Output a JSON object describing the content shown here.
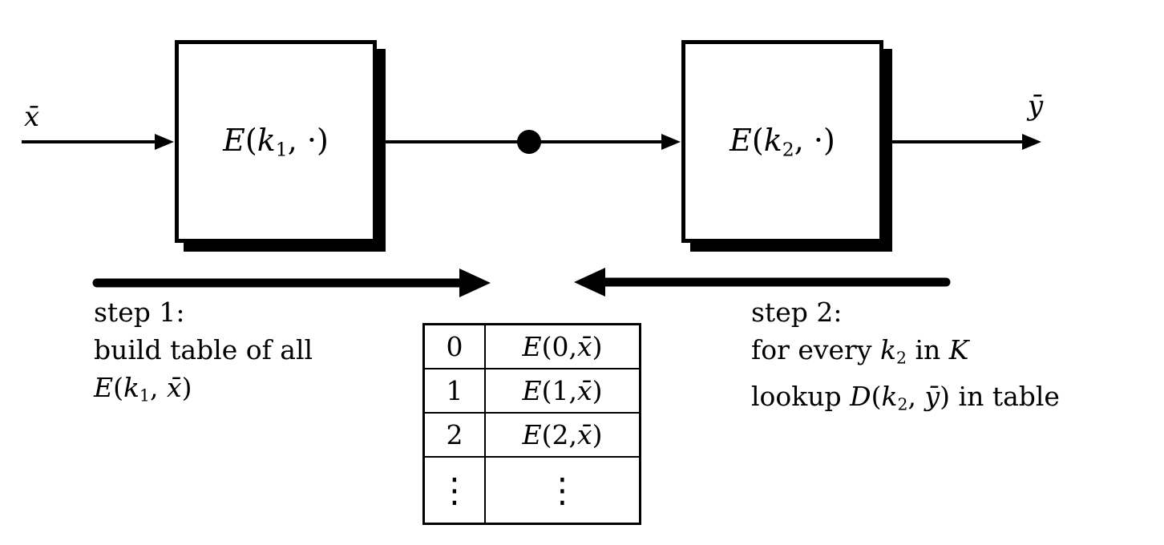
{
  "diagram": {
    "colors": {
      "ink": "#000000",
      "background": "#ffffff"
    },
    "input": {
      "label": [
        {
          "t": "x̄",
          "s": "it"
        }
      ]
    },
    "output": {
      "label": [
        {
          "t": "ȳ",
          "s": "it"
        }
      ]
    },
    "boxes": [
      {
        "label": [
          {
            "t": "E",
            "s": "it"
          },
          {
            "t": "(",
            "s": "rm"
          },
          {
            "t": "k",
            "s": "it"
          },
          {
            "t": "1",
            "s": "sub"
          },
          {
            "t": ", ·)",
            "s": "rm"
          }
        ]
      },
      {
        "label": [
          {
            "t": "E",
            "s": "it"
          },
          {
            "t": "(",
            "s": "rm"
          },
          {
            "t": "k",
            "s": "it"
          },
          {
            "t": "2",
            "s": "sub"
          },
          {
            "t": ", ·)",
            "s": "rm"
          }
        ]
      }
    ],
    "steps": [
      {
        "lines": [
          [
            {
              "t": "step 1:",
              "s": "rm"
            }
          ],
          [
            {
              "t": "build table of all",
              "s": "rm"
            }
          ],
          [
            {
              "t": "E",
              "s": "it"
            },
            {
              "t": "(",
              "s": "rm"
            },
            {
              "t": "k",
              "s": "it"
            },
            {
              "t": "1",
              "s": "sub"
            },
            {
              "t": ", ",
              "s": "rm"
            },
            {
              "t": "x̄",
              "s": "it"
            },
            {
              "t": ")",
              "s": "rm"
            }
          ]
        ]
      },
      {
        "lines": [
          [
            {
              "t": "step 2:",
              "s": "rm"
            }
          ],
          [
            {
              "t": "for every ",
              "s": "rm"
            },
            {
              "t": "k",
              "s": "it"
            },
            {
              "t": "2",
              "s": "sub"
            },
            {
              "t": " in ",
              "s": "rm"
            },
            {
              "t": "K",
              "s": "cal"
            }
          ],
          [
            {
              "t": "lookup ",
              "s": "rm"
            },
            {
              "t": "D",
              "s": "it"
            },
            {
              "t": "(",
              "s": "rm"
            },
            {
              "t": "k",
              "s": "it"
            },
            {
              "t": "2",
              "s": "sub"
            },
            {
              "t": ", ",
              "s": "rm"
            },
            {
              "t": "ȳ",
              "s": "it"
            },
            {
              "t": ")",
              "s": "rm"
            },
            {
              "t": " in table",
              "s": "rm"
            }
          ]
        ]
      }
    ],
    "table": {
      "rows": [
        {
          "key": [
            {
              "t": "0",
              "s": "rm"
            }
          ],
          "val": [
            {
              "t": "E",
              "s": "it"
            },
            {
              "t": "(0, ",
              "s": "rm"
            },
            {
              "t": "x̄",
              "s": "it"
            },
            {
              "t": ")",
              "s": "rm"
            }
          ]
        },
        {
          "key": [
            {
              "t": "1",
              "s": "rm"
            }
          ],
          "val": [
            {
              "t": "E",
              "s": "it"
            },
            {
              "t": "(1, ",
              "s": "rm"
            },
            {
              "t": "x̄",
              "s": "it"
            },
            {
              "t": ")",
              "s": "rm"
            }
          ]
        },
        {
          "key": [
            {
              "t": "2",
              "s": "rm"
            }
          ],
          "val": [
            {
              "t": "E",
              "s": "it"
            },
            {
              "t": "(2, ",
              "s": "rm"
            },
            {
              "t": "x̄",
              "s": "it"
            },
            {
              "t": ")",
              "s": "rm"
            }
          ]
        },
        {
          "key": [
            {
              "t": "⋮",
              "s": "dots"
            }
          ],
          "val": [
            {
              "t": "⋮",
              "s": "dots"
            }
          ]
        }
      ]
    }
  }
}
